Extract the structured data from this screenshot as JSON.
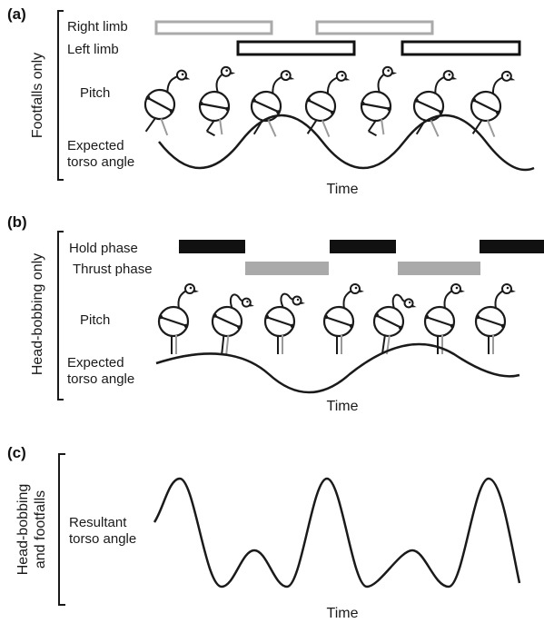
{
  "panels": [
    {
      "label": "(a)",
      "section_label": "Footfalls only",
      "rows": [
        "Right limb",
        "Left limb",
        "Pitch",
        "Expected",
        "torso angle"
      ],
      "x_label": "Time"
    },
    {
      "label": "(b)",
      "section_label": "Head-bobbing only",
      "rows": [
        "Hold phase",
        "Thrust phase",
        "Pitch",
        "Expected",
        "torso angle"
      ],
      "x_label": "Time"
    },
    {
      "label": "(c)",
      "section_label_lines": [
        "Head-bobbing",
        "and footfalls"
      ],
      "rows": [
        "Resultant",
        "torso angle"
      ],
      "x_label": "Time"
    }
  ],
  "colors": {
    "ink": "#1a1a1a",
    "grey_bar": "#aaaaaa",
    "grey_leg": "#9a9a9a",
    "black_bar": "#111111"
  },
  "icons": [
    "bird-icon"
  ]
}
